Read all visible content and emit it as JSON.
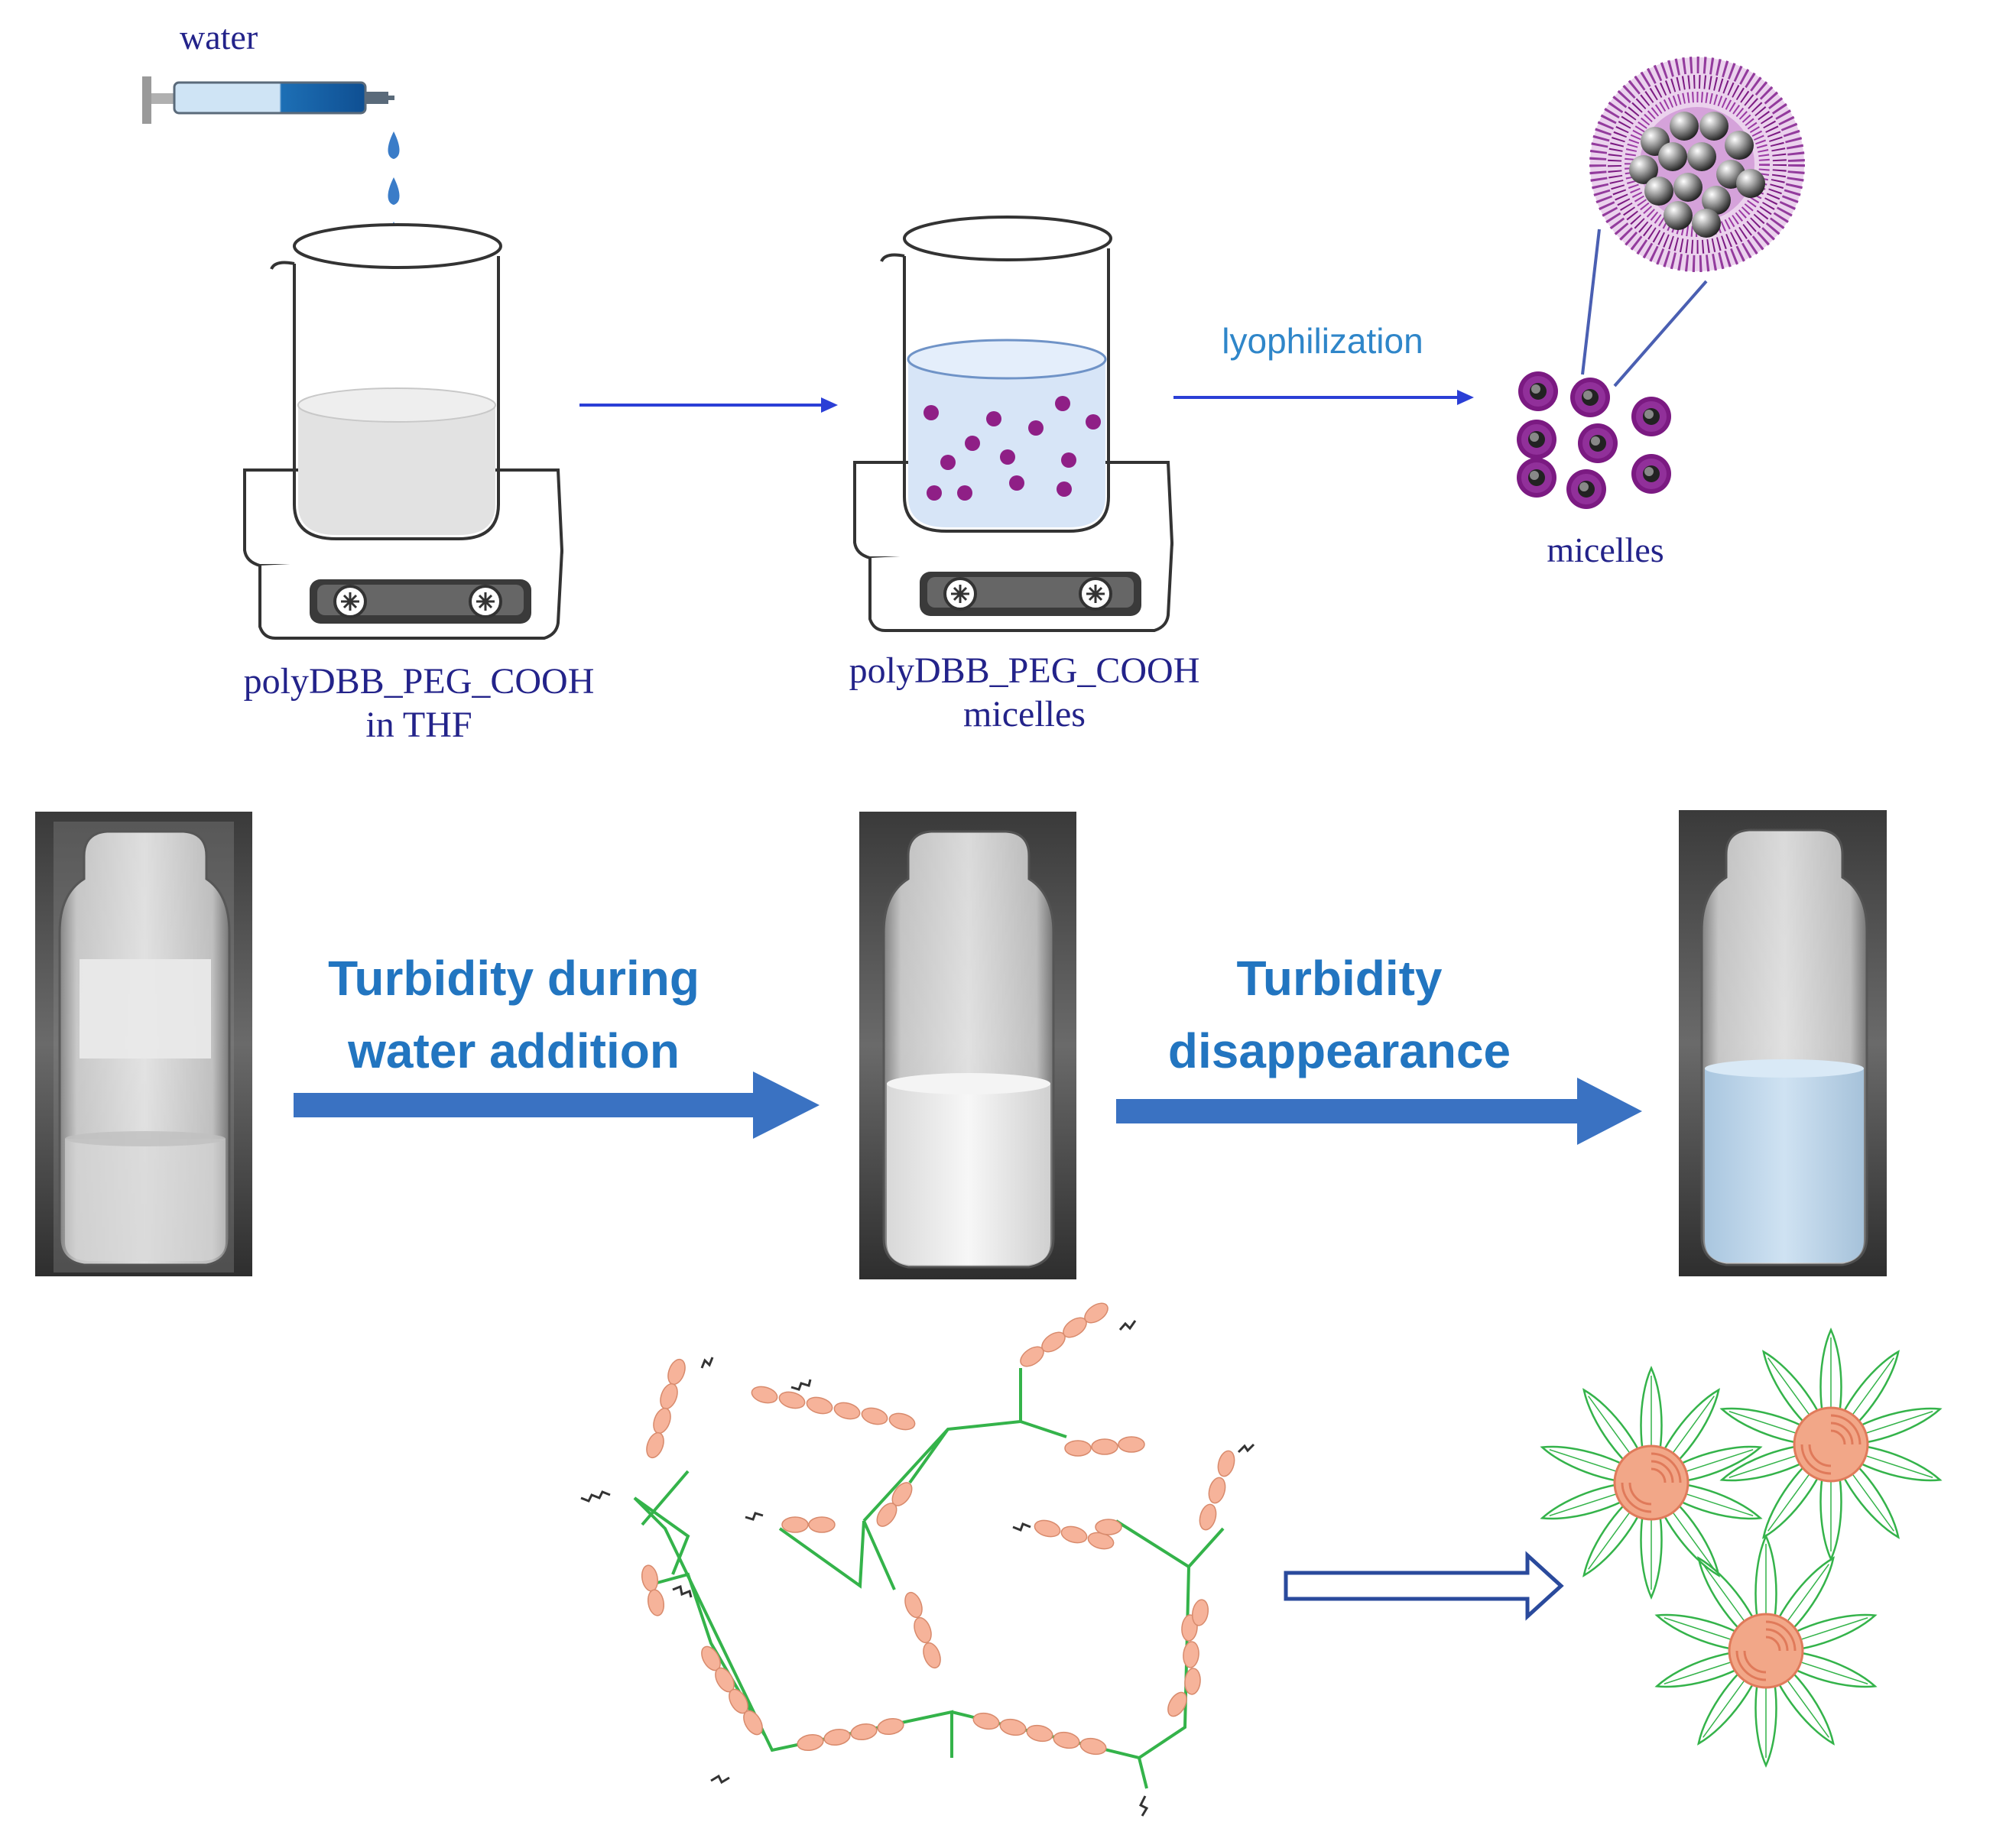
{
  "labels": {
    "water": "water",
    "start_line1": "polyDBB_PEG_COOH",
    "start_line2": "in THF",
    "mid_line1": "polyDBB_PEG_COOH",
    "mid_line2": "micelles",
    "lyophilization": "lyophilization",
    "micelles": "micelles",
    "turbidity_during_line1": "Turbidity  during",
    "turbidity_during_line2": "water addition",
    "turbidity_disappear_line1": "Turbidity",
    "turbidity_disappear_line2": "disappearance"
  },
  "colors": {
    "label_navy": "#23238a",
    "process_arrow": "#2b3fd6",
    "lyophilization_text": "#2f86c9",
    "big_arrow": "#3a72c2",
    "bold_text": "#2275c0",
    "micelle_purple": "#7b1a82",
    "pink_particle": "#8f1f86",
    "peg_green": "#34b34a",
    "core_orange": "#f2a788",
    "outline_arrow": "#2a4a9c",
    "turbid_white": "#f2f2f2",
    "clear_blue": "#bcd6ec"
  },
  "icons": {
    "syringe": "syringe-icon",
    "beaker_stirrer": "beaker-on-stirrer-icon",
    "micelle_cluster": "micelle-cluster-icon",
    "vial_photo": "vial-photo",
    "polymer_network": "polymer-network-diagram",
    "star_micelles": "star-micelle-diagram"
  }
}
